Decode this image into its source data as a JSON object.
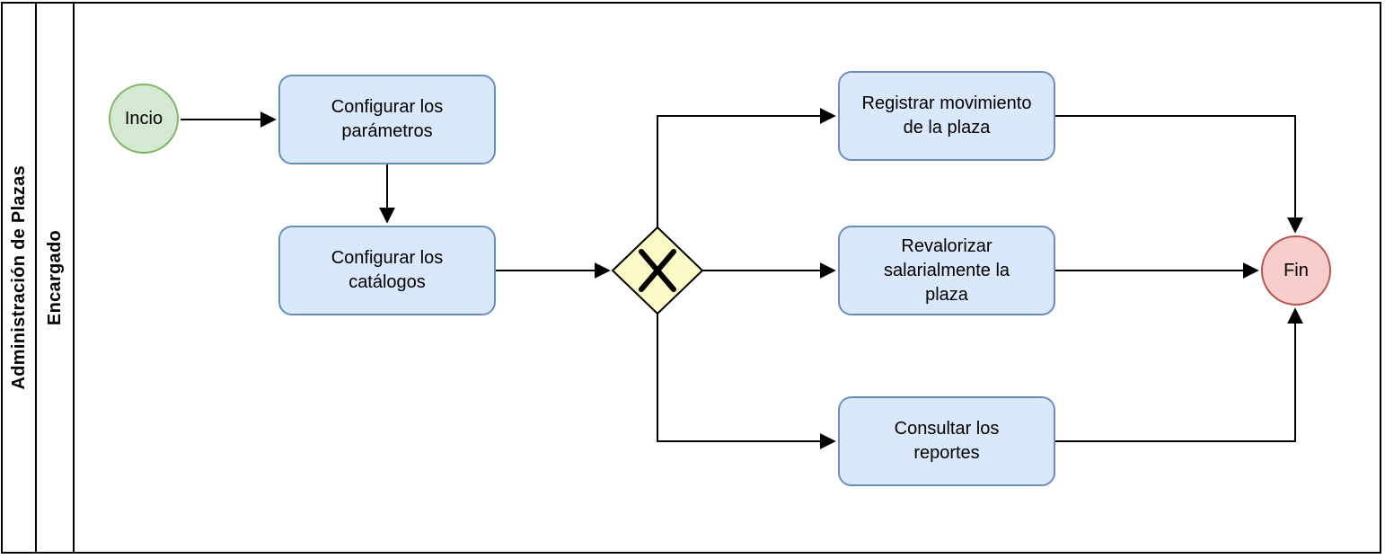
{
  "diagram": {
    "type": "bpmn-process",
    "pool": {
      "label": "Administración de Plazas"
    },
    "lane": {
      "label": "Encargado"
    },
    "start_event": {
      "label": "Incio"
    },
    "end_event": {
      "label": "Fin"
    },
    "gateway": {
      "kind": "exclusive-xor",
      "symbol": "X"
    },
    "tasks": {
      "configurar_parametros": {
        "line1": "Configurar los",
        "line2": "parámetros"
      },
      "configurar_catalogos": {
        "line1": "Configurar los",
        "line2": "catálogos"
      },
      "registrar_movimiento": {
        "line1": "Registrar movimiento",
        "line2": "de la plaza"
      },
      "revalorizar_plaza": {
        "line1": "Revalorizar",
        "line2": "salarialmente la",
        "line3": "plaza"
      },
      "consultar_reportes": {
        "line1": "Consultar los",
        "line2": "reportes"
      }
    },
    "colors": {
      "task_fill": "#dae8fc",
      "task_stroke": "#6c8ebf",
      "start_fill": "#d5e8d4",
      "start_stroke": "#82b366",
      "end_fill": "#f8cecc",
      "end_stroke": "#b85450",
      "gateway_fill": "#fbf9c5",
      "gateway_stroke": "#000000",
      "connector": "#000000",
      "lane_border": "#000000"
    }
  }
}
